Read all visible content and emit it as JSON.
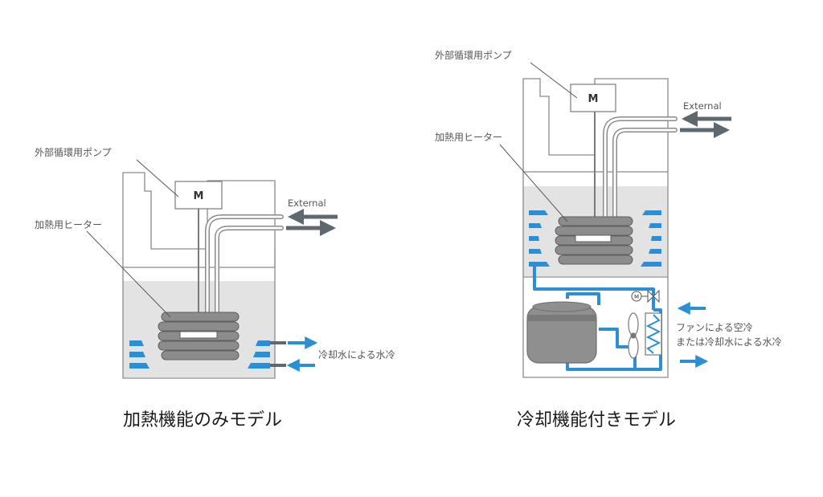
{
  "colors": {
    "outline": "#8a8a8a",
    "water": "#e3e3e3",
    "coil": "#8c8c8c",
    "coil_dark": "#5f5f5f",
    "cooling": "#2b8fd6",
    "arrow_gray": "#5e6870",
    "compressor": "#8f8f8f"
  },
  "left": {
    "pump_label": "外部循環用ポンプ",
    "heater_label": "加熱用ヒーター",
    "motor_label": "M",
    "external_label": "External",
    "cooling_label": "冷却水による水冷",
    "caption": "加熱機能のみモデル"
  },
  "right": {
    "pump_label": "外部循環用ポンプ",
    "heater_label": "加熱用ヒーター",
    "motor_label": "M",
    "external_label": "External",
    "valve_label": "M",
    "cooling_label_line1": "ファンによる空冷",
    "cooling_label_line2": "または冷却水による水冷",
    "caption": "冷却機能付きモデル"
  },
  "icons": {
    "motor": "motor-icon",
    "pipe": "pipe-icon",
    "flow_arrow": "arrow-icon",
    "compressor": "compressor-icon",
    "fan": "fan-icon",
    "heat_exchanger": "heat-exchanger-icon",
    "valve": "valve-icon",
    "heater_coil": "heater-coil-icon"
  }
}
